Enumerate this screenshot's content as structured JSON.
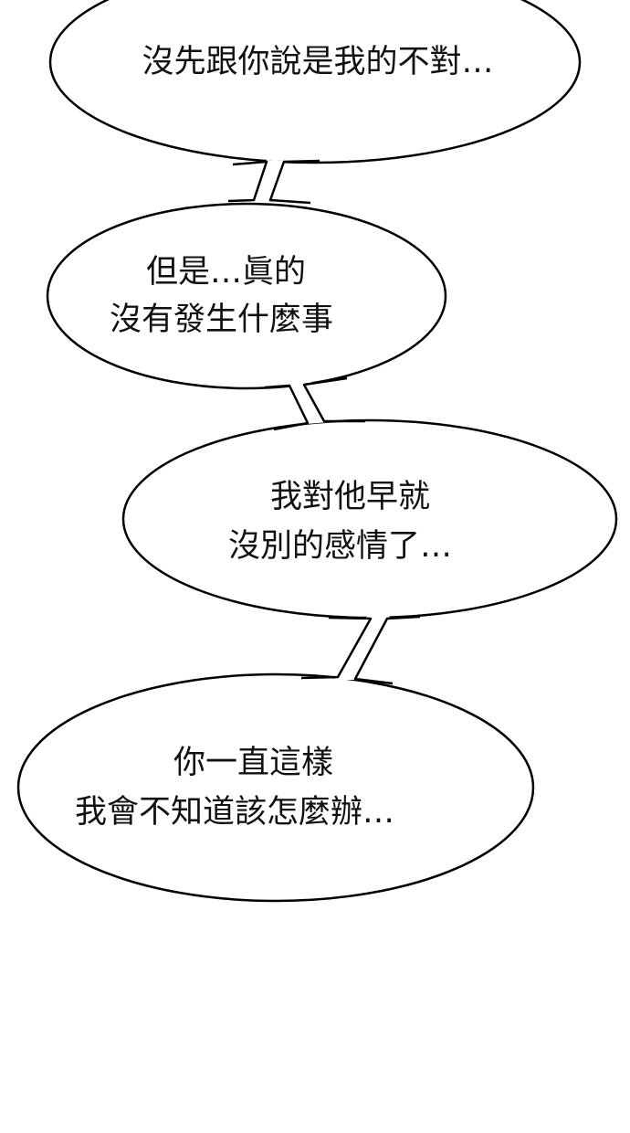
{
  "page": {
    "background": "#ffffff",
    "stroke": "#000000",
    "text_color": "#111111"
  },
  "bubbles": [
    {
      "lines": [
        "沒先跟你說是我的不對…"
      ]
    },
    {
      "lines": [
        "但是…眞的",
        "沒有發生什麼事"
      ]
    },
    {
      "lines": [
        "我對他早就",
        "沒別的感情了…"
      ]
    },
    {
      "lines": [
        "你一直這樣",
        "我會不知道該怎麼辦…"
      ]
    }
  ]
}
